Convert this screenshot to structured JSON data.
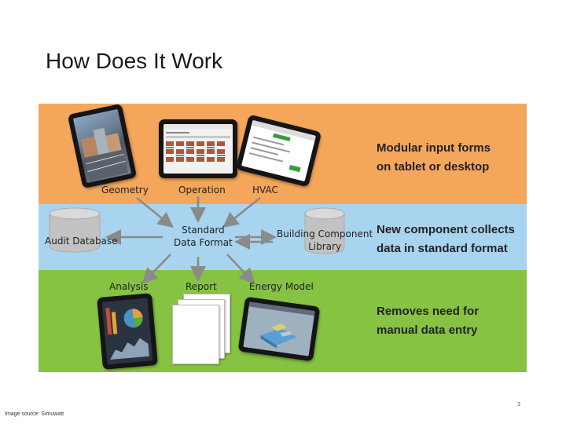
{
  "title": "How Does It Work",
  "rows": {
    "top_text": [
      "Modular input forms",
      "on tablet or desktop"
    ],
    "middle_text": [
      "New component collects",
      "data in standard format"
    ],
    "bottom_text": [
      "Removes need for",
      "manual data entry"
    ]
  },
  "labels": {
    "geometry": "Geometry",
    "operation": "Operation",
    "hvac": "HVAC",
    "audit_db": "Audit Database",
    "standard_1": "Standard",
    "standard_2": "Data Format",
    "library_1": "Building Component",
    "library_2": "Library",
    "analysis": "Analysis",
    "report": "Report",
    "energy_model": "Energy Model"
  },
  "footer": {
    "source": "Image source: Simuwatt",
    "page_number": "3"
  },
  "colors": {
    "top_band": "#f4a65b",
    "middle_band": "#a8d4f0",
    "bottom_band": "#86c342",
    "arrow": "#8a8a8a"
  }
}
